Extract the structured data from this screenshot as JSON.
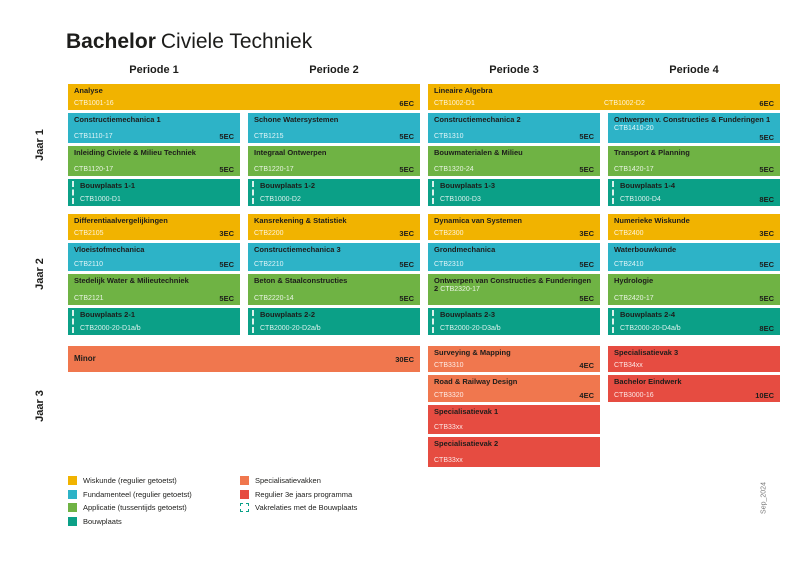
{
  "title": {
    "bold": "Bachelor",
    "regular": "Civiele Techniek"
  },
  "periods": [
    "Periode 1",
    "Periode 2",
    "Periode 3",
    "Periode 4"
  ],
  "year_labels": [
    "Jaar 1",
    "Jaar 2",
    "Jaar 3"
  ],
  "sidenote": "Sep_2024",
  "colors": {
    "yellow": "#F1B300",
    "cyan": "#2DB3C7",
    "green": "#6FB344",
    "teal": "#0BA087",
    "orange": "#F0774E",
    "red": "#E64C41",
    "text_dark": "#1D1D1B"
  },
  "j1": [
    {
      "title": "Analyse",
      "code": "CTB1001-16",
      "ec": "6EC"
    },
    {
      "title": "Lineaire Algebra",
      "code": "CTB1002-D1",
      "code2": "CTB1002-D2",
      "ec": "6EC"
    },
    {
      "title": "Constructiemechanica 1",
      "code": "CTB1110-17",
      "ec": "5EC"
    },
    {
      "title": "Schone Watersystemen",
      "code": "CTB1215",
      "ec": "5EC"
    },
    {
      "title": "Constructiemechanica 2",
      "code": "CTB1310",
      "ec": "5EC"
    },
    {
      "title": "Ontwerpen v. Constructies & Funderingen 1",
      "code": "CTB1410-20",
      "ec": "5EC"
    },
    {
      "title": "Inleiding Civiele & Milieu Techniek",
      "code": "CTB1120-17",
      "ec": "5EC"
    },
    {
      "title": "Integraal Ontwerpen",
      "code": "CTB1220-17",
      "ec": "5EC"
    },
    {
      "title": "Bouwmaterialen & Milieu",
      "code": "CTB1320-24",
      "ec": "5EC"
    },
    {
      "title": "Transport & Planning",
      "code": "CTB1420-17",
      "ec": "5EC"
    },
    {
      "title": "Bouwplaats 1-1",
      "code": "CTB1000-D1"
    },
    {
      "title": "Bouwplaats 1-2",
      "code": "CTB1000-D2"
    },
    {
      "title": "Bouwplaats 1-3",
      "code": "CTB1000-D3"
    },
    {
      "title": "Bouwplaats 1-4",
      "code": "CTB1000-D4",
      "ec": "8EC"
    }
  ],
  "j2": [
    {
      "title": "Differentiaalvergelijkingen",
      "code": "CTB2105",
      "ec": "3EC"
    },
    {
      "title": "Kansrekening & Statistiek",
      "code": "CTB2200",
      "ec": "3EC"
    },
    {
      "title": "Dynamica van Systemen",
      "code": "CTB2300",
      "ec": "3EC"
    },
    {
      "title": "Numerieke Wiskunde",
      "code": "CTB2400",
      "ec": "3EC"
    },
    {
      "title": "Vloeistofmechanica",
      "code": "CTB2110",
      "ec": "5EC"
    },
    {
      "title": "Constructiemechanica 3",
      "code": "CTB2210",
      "ec": "5EC"
    },
    {
      "title": "Grondmechanica",
      "code": "CTB2310",
      "ec": "5EC"
    },
    {
      "title": "Waterbouwkunde",
      "code": "CTB2410",
      "ec": "5EC"
    },
    {
      "title": "Stedelijk Water & Milieutechniek",
      "code": "CTB2121",
      "ec": "5EC"
    },
    {
      "title": "Beton & Staalconstructies",
      "code": "CTB2220-14",
      "ec": "5EC"
    },
    {
      "title": "Ontwerpen van Constructies & Funderingen 2",
      "code": "CTB2320-17",
      "ec": "5EC"
    },
    {
      "title": "Hydrologie",
      "code": "CTB2420-17",
      "ec": "5EC"
    },
    {
      "title": "Bouwplaats 2-1",
      "code": "CTB2000-20-D1a/b"
    },
    {
      "title": "Bouwplaats 2-2",
      "code": "CTB2000-20-D2a/b"
    },
    {
      "title": "Bouwplaats 2-3",
      "code": "CTB2000-20-D3a/b"
    },
    {
      "title": "Bouwplaats 2-4",
      "code": "CTB2000-20-D4a/b",
      "ec": "8EC"
    }
  ],
  "j3": [
    {
      "title": "Minor",
      "ec": "30EC"
    },
    {
      "title": "Surveying & Mapping",
      "code": "CTB3310",
      "ec": "4EC"
    },
    {
      "title": "Road & Railway Design",
      "code": "CTB3320",
      "ec": "4EC"
    },
    {
      "title": "Specialisatievak 1",
      "code": "CTB33xx"
    },
    {
      "title": "Specialisatievak 2",
      "code": "CTB33xx"
    },
    {
      "title": "Specialisatievak 3",
      "code": "CTB34xx"
    },
    {
      "title": "Bachelor Eindwerk",
      "code": "CTB3000-16",
      "ec": "10EC"
    }
  ],
  "legend": [
    {
      "label": "Wiskunde (regulier getoetst)"
    },
    {
      "label": "Fundamenteel (regulier getoetst)"
    },
    {
      "label": "Applicatie (tussentijds getoetst)"
    },
    {
      "label": "Bouwplaats"
    },
    {
      "label": "Specialisatievakken"
    },
    {
      "label": "Regulier 3e jaars programma"
    },
    {
      "label": "Vakrelaties met de Bouwplaats"
    }
  ]
}
